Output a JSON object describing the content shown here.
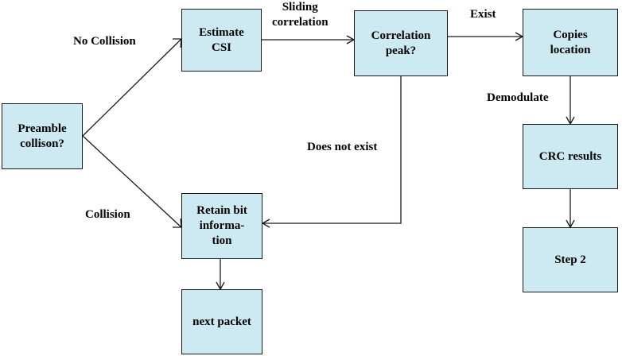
{
  "colors": {
    "node_fill": "#cdeaf2",
    "node_border": "#1a1a1a",
    "line": "#1a1a1a",
    "text": "#000000"
  },
  "nodes": {
    "preamble": "Preamble\ncollison?",
    "estimate_csi": "Estimate\nCSI",
    "correlation_peak": "Correlation\npeak?",
    "copies_location": "Copies\nlocation",
    "crc_results": "CRC results",
    "step2": "Step 2",
    "retain_bit": "Retain bit\ninforma-\ntion",
    "next_packet": "next packet"
  },
  "edge_labels": {
    "no_collision": "No Collision",
    "collision": "Collision",
    "sliding_correlation": "Sliding\ncorrelation",
    "exist": "Exist",
    "does_not_exist": "Does not exist",
    "demodulate": "Demodulate"
  }
}
